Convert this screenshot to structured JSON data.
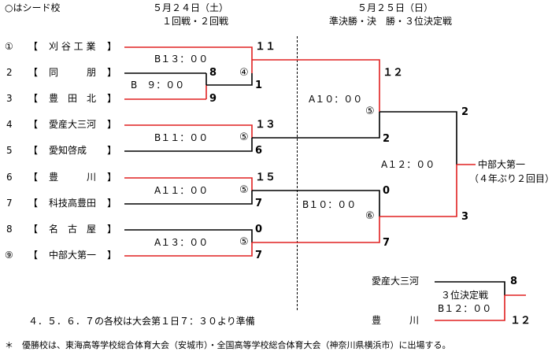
{
  "header": {
    "seed_note": "○はシード校",
    "day1_date": "５月２４日（土）",
    "day1_rounds": "１回戦・２回戦",
    "day2_date": "５月２５日（日）",
    "day2_rounds": "準決勝・決　勝・３位決定戦"
  },
  "teams": [
    {
      "num": "①",
      "name": "刈 谷 工 業"
    },
    {
      "num": "2",
      "name": "同　　　朋"
    },
    {
      "num": "3",
      "name": "豊　田　北"
    },
    {
      "num": "4",
      "name": "愛産大三河"
    },
    {
      "num": "5",
      "name": "愛知啓成"
    },
    {
      "num": "6",
      "name": "豊　　　川"
    },
    {
      "num": "7",
      "name": "科技高豊田"
    },
    {
      "num": "8",
      "name": "名　古　屋"
    },
    {
      "num": "⑨",
      "name": "中部大第一"
    }
  ],
  "bracket_open": "【",
  "bracket_close": "】",
  "courts": {
    "m_2v3": "B　９：００",
    "m_1vw": "B１３：００",
    "m_4v5": "B１１：００",
    "m_6v7": "A１１：００",
    "m_8v9": "A１３：００",
    "sf1": "A１０：００",
    "sf2": "B１０：００",
    "final": "A１２：００",
    "third": "B１２：００"
  },
  "scores": {
    "m_2v3_top": "8",
    "m_2v3_bot": "9",
    "m_1vw_top": "１１",
    "m_1vw_bot": "1",
    "m_4v5_top": "１３",
    "m_4v5_bot": "6",
    "m_6v7_top": "１５",
    "m_6v7_bot": "7",
    "m_8v9_top": "0",
    "m_8v9_bot": "7",
    "sf1_top": "１２",
    "sf1_bot": "2",
    "sf2_top": "0",
    "sf2_bot": "7",
    "final_top": "2",
    "final_bot": "3",
    "third_top": "8",
    "third_bot": "１２"
  },
  "court_marks": {
    "m_1vw": "④",
    "m_4v5": "⑤",
    "m_6v7": "⑤",
    "m_8v9": "⑤",
    "sf1": "⑤",
    "sf2": "⑥"
  },
  "champion": {
    "name": "中部大第一",
    "note": "（４年ぶり２回目）"
  },
  "third_place": {
    "label": "３位決定戦",
    "team_a": "愛産大三河",
    "team_b": "豊　　　川"
  },
  "notes": {
    "prep": "４．５．６．７の各校は大会第１日７：３０より準備",
    "footer": "＊　優勝校は、東海高等学校総合体育大会（安城市）・全国高等学校総合体育大会（神奈川県横浜市）に出場する。"
  },
  "colors": {
    "winner_line": "#e02020",
    "loser_line": "#000000"
  }
}
